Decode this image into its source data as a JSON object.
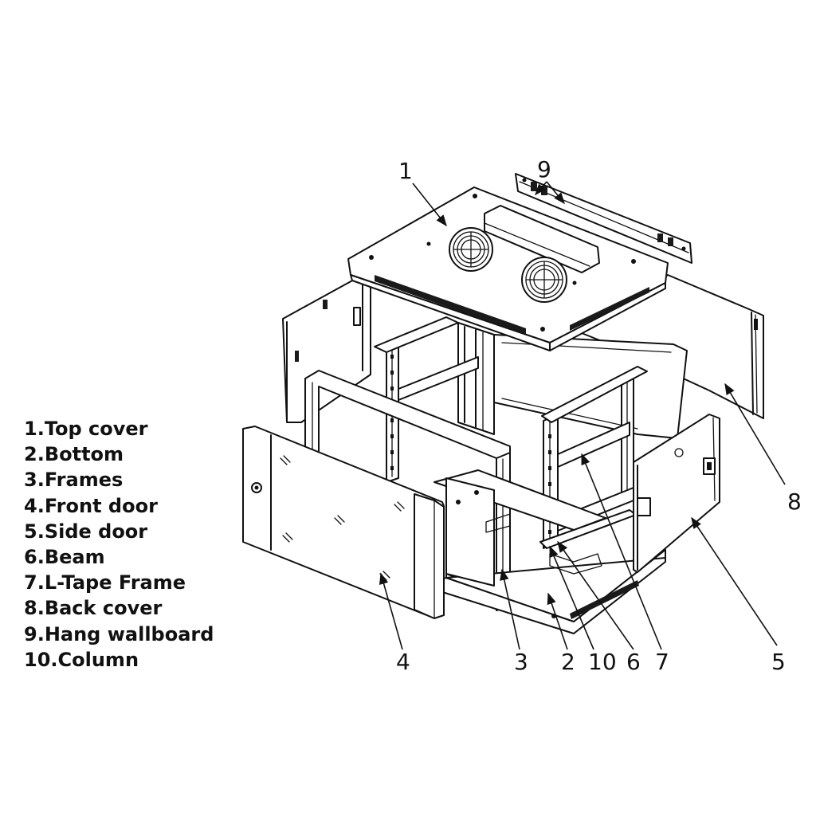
{
  "legend": [
    "1.Top cover",
    "2.Bottom",
    "3.Frames",
    "4.Front door",
    "5.Side door",
    "6.Beam",
    "7.L-Tape Frame",
    "8.Back cover",
    "9.Hang wallboard",
    "10.Column"
  ],
  "callouts": {
    "c1": "1",
    "c9": "9",
    "c8": "8",
    "c4": "4",
    "c3": "3",
    "c2": "2",
    "c10": "10",
    "c6": "6",
    "c7": "7",
    "c5": "5"
  }
}
